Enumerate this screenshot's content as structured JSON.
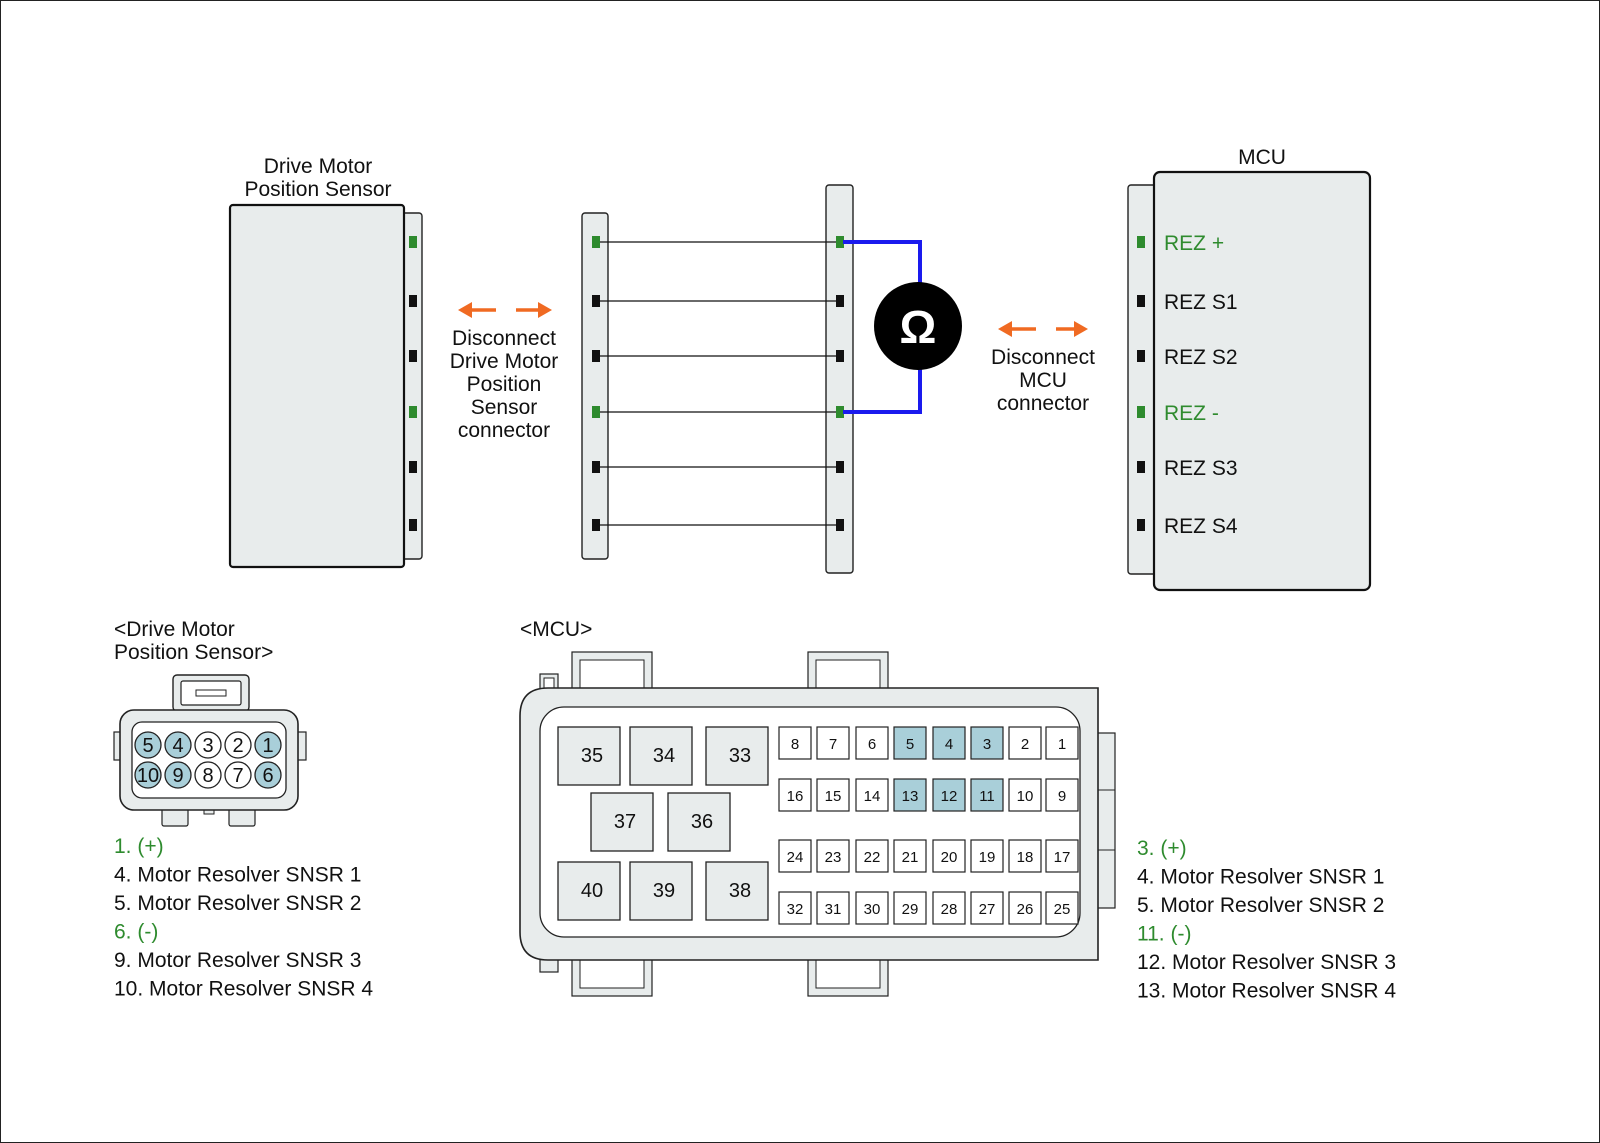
{
  "colors": {
    "green": "#2e8b2e",
    "black": "#111111",
    "highlight": "#a9cfd9",
    "housing": "#e8ecec",
    "wire_meter": "#1a1aee",
    "arrow": "#f06a22"
  },
  "component_left": {
    "title_line1": "Drive Motor",
    "title_line2": "Position Sensor"
  },
  "component_right": {
    "title": "MCU",
    "pins": [
      {
        "label": "REZ +",
        "color": "green"
      },
      {
        "label": "REZ S1",
        "color": "black"
      },
      {
        "label": "REZ S2",
        "color": "black"
      },
      {
        "label": "REZ -",
        "color": "green"
      },
      {
        "label": "REZ S3",
        "color": "black"
      },
      {
        "label": "REZ S4",
        "color": "black"
      }
    ]
  },
  "harness": {
    "pins": [
      "green",
      "black",
      "black",
      "green",
      "black",
      "black"
    ]
  },
  "meter": {
    "symbol": "Ω",
    "icon": "ohmmeter-icon"
  },
  "disconnect_left": {
    "lines": [
      "Disconnect",
      "Drive Motor",
      "Position",
      "Sensor",
      "connector"
    ]
  },
  "disconnect_right": {
    "lines": [
      "Disconnect",
      "MCU",
      "connector"
    ]
  },
  "sensor_connector": {
    "title_line1": "<Drive Motor",
    "title_line2": "Position Sensor>",
    "top_row": [
      5,
      4,
      3,
      2,
      1
    ],
    "bottom_row": [
      10,
      9,
      8,
      7,
      6
    ],
    "highlighted": [
      1,
      4,
      5,
      6,
      9,
      10
    ],
    "legend": [
      {
        "text": "1. (+)",
        "color": "green"
      },
      {
        "text": "4. Motor Resolver SNSR 1",
        "color": "black"
      },
      {
        "text": "5. Motor Resolver SNSR 2",
        "color": "black"
      },
      {
        "text": "6. (-)",
        "color": "green"
      },
      {
        "text": "9. Motor Resolver SNSR 3",
        "color": "black"
      },
      {
        "text": "10. Motor Resolver SNSR 4",
        "color": "black"
      }
    ]
  },
  "mcu_connector": {
    "title": "<MCU>",
    "big_rows": [
      [
        35,
        34,
        33
      ],
      [
        37,
        36
      ],
      [
        40,
        39,
        38
      ]
    ],
    "small_rows": [
      [
        8,
        7,
        6,
        5,
        4,
        3,
        2,
        1
      ],
      [
        16,
        15,
        14,
        13,
        12,
        11,
        10,
        9
      ],
      [
        24,
        23,
        22,
        21,
        20,
        19,
        18,
        17
      ],
      [
        32,
        31,
        30,
        29,
        28,
        27,
        26,
        25
      ]
    ],
    "highlighted": [
      3,
      4,
      5,
      11,
      12,
      13
    ],
    "legend": [
      {
        "text": "3. (+)",
        "color": "green"
      },
      {
        "text": "4. Motor Resolver SNSR 1",
        "color": "black"
      },
      {
        "text": "5. Motor Resolver SNSR 2",
        "color": "black"
      },
      {
        "text": "11. (-)",
        "color": "green"
      },
      {
        "text": "12. Motor Resolver SNSR 3",
        "color": "black"
      },
      {
        "text": "13. Motor Resolver SNSR 4",
        "color": "black"
      }
    ]
  }
}
